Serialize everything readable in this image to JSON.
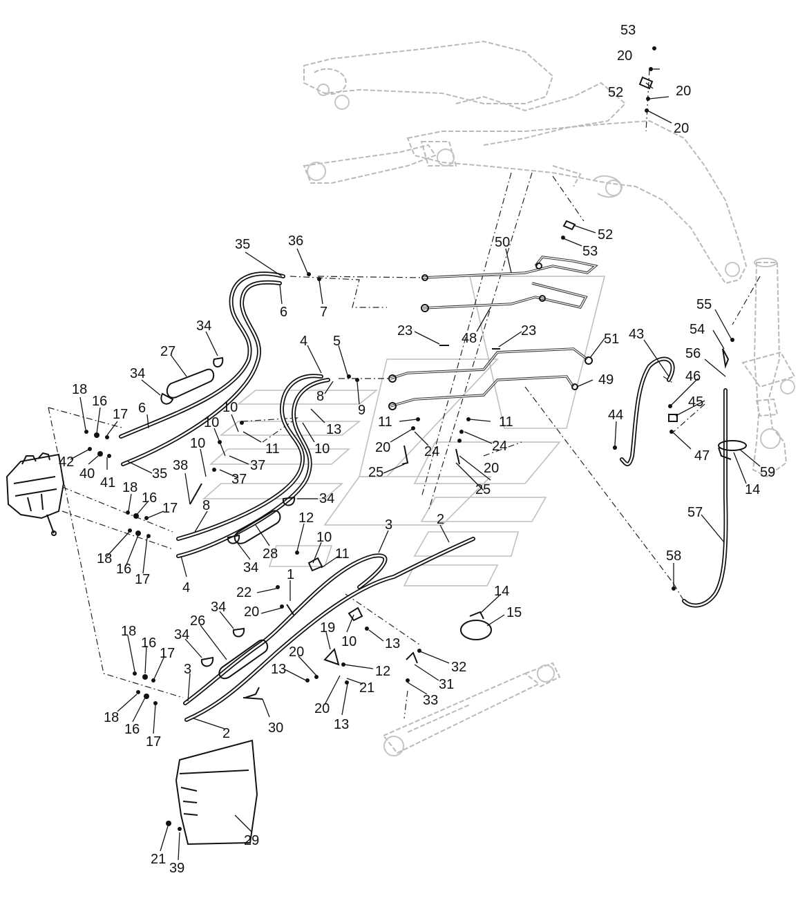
{
  "diagram": {
    "callouts": [
      {
        "id": "c53a",
        "text": "53"
      },
      {
        "id": "c20a",
        "text": "20"
      },
      {
        "id": "c52a",
        "text": "52"
      },
      {
        "id": "c20b",
        "text": "20"
      },
      {
        "id": "c20c",
        "text": "20"
      },
      {
        "id": "c52b",
        "text": "52"
      },
      {
        "id": "c53b",
        "text": "53"
      },
      {
        "id": "c35a",
        "text": "35"
      },
      {
        "id": "c36",
        "text": "36"
      },
      {
        "id": "c50",
        "text": "50"
      },
      {
        "id": "c6a",
        "text": "6"
      },
      {
        "id": "c7",
        "text": "7"
      },
      {
        "id": "c23a",
        "text": "23"
      },
      {
        "id": "c48",
        "text": "48"
      },
      {
        "id": "c23b",
        "text": "23"
      },
      {
        "id": "c51",
        "text": "51"
      },
      {
        "id": "c43",
        "text": "43"
      },
      {
        "id": "c55",
        "text": "55"
      },
      {
        "id": "c54",
        "text": "54"
      },
      {
        "id": "c56",
        "text": "56"
      },
      {
        "id": "c46",
        "text": "46"
      },
      {
        "id": "c45",
        "text": "45"
      },
      {
        "id": "c47",
        "text": "47"
      },
      {
        "id": "c44",
        "text": "44"
      },
      {
        "id": "c59",
        "text": "59"
      },
      {
        "id": "c14a",
        "text": "14"
      },
      {
        "id": "c57",
        "text": "57"
      },
      {
        "id": "c58",
        "text": "58"
      },
      {
        "id": "c34a",
        "text": "34"
      },
      {
        "id": "c27",
        "text": "27"
      },
      {
        "id": "c34b",
        "text": "34"
      },
      {
        "id": "c4a",
        "text": "4"
      },
      {
        "id": "c5",
        "text": "5"
      },
      {
        "id": "c49",
        "text": "49"
      },
      {
        "id": "c8a",
        "text": "8"
      },
      {
        "id": "c9",
        "text": "9"
      },
      {
        "id": "c18a",
        "text": "18"
      },
      {
        "id": "c16a",
        "text": "16"
      },
      {
        "id": "c17a",
        "text": "17"
      },
      {
        "id": "c6b",
        "text": "6"
      },
      {
        "id": "c10a",
        "text": "10"
      },
      {
        "id": "c13a",
        "text": "13"
      },
      {
        "id": "c11a",
        "text": "11"
      },
      {
        "id": "c11b",
        "text": "11"
      },
      {
        "id": "c11c",
        "text": "11"
      },
      {
        "id": "c20d",
        "text": "20"
      },
      {
        "id": "c24a",
        "text": "24"
      },
      {
        "id": "c24b",
        "text": "24"
      },
      {
        "id": "c10b",
        "text": "10"
      },
      {
        "id": "c10c",
        "text": "10"
      },
      {
        "id": "c42",
        "text": "42"
      },
      {
        "id": "c40",
        "text": "40"
      },
      {
        "id": "c41",
        "text": "41"
      },
      {
        "id": "c35b",
        "text": "35"
      },
      {
        "id": "c37a",
        "text": "37"
      },
      {
        "id": "c37b",
        "text": "37"
      },
      {
        "id": "c10d",
        "text": "10"
      },
      {
        "id": "c38",
        "text": "38"
      },
      {
        "id": "c25a",
        "text": "25"
      },
      {
        "id": "c20e",
        "text": "20"
      },
      {
        "id": "c25b",
        "text": "25"
      },
      {
        "id": "c18b",
        "text": "18"
      },
      {
        "id": "c16b",
        "text": "16"
      },
      {
        "id": "c17b",
        "text": "17"
      },
      {
        "id": "c34c",
        "text": "34"
      },
      {
        "id": "c8b",
        "text": "8"
      },
      {
        "id": "c18c",
        "text": "18"
      },
      {
        "id": "c16c",
        "text": "16"
      },
      {
        "id": "c17c",
        "text": "17"
      },
      {
        "id": "c4b",
        "text": "4"
      },
      {
        "id": "c28",
        "text": "28"
      },
      {
        "id": "c34d",
        "text": "34"
      },
      {
        "id": "c12a",
        "text": "12"
      },
      {
        "id": "c10e",
        "text": "10"
      },
      {
        "id": "c11d",
        "text": "11"
      },
      {
        "id": "c3a",
        "text": "3"
      },
      {
        "id": "c2a",
        "text": "2"
      },
      {
        "id": "c1",
        "text": "1"
      },
      {
        "id": "c22",
        "text": "22"
      },
      {
        "id": "c20f",
        "text": "20"
      },
      {
        "id": "c14b",
        "text": "14"
      },
      {
        "id": "c15",
        "text": "15"
      },
      {
        "id": "c34e",
        "text": "34"
      },
      {
        "id": "c26",
        "text": "26"
      },
      {
        "id": "c34f",
        "text": "34"
      },
      {
        "id": "c19",
        "text": "19"
      },
      {
        "id": "c10f",
        "text": "10"
      },
      {
        "id": "c13b",
        "text": "13"
      },
      {
        "id": "c18d",
        "text": "18"
      },
      {
        "id": "c16d",
        "text": "16"
      },
      {
        "id": "c17d",
        "text": "17"
      },
      {
        "id": "c20g",
        "text": "20"
      },
      {
        "id": "c13c",
        "text": "13"
      },
      {
        "id": "c12b",
        "text": "12"
      },
      {
        "id": "c32",
        "text": "32"
      },
      {
        "id": "c3b",
        "text": "3"
      },
      {
        "id": "c21a",
        "text": "21"
      },
      {
        "id": "c31",
        "text": "31"
      },
      {
        "id": "c20h",
        "text": "20"
      },
      {
        "id": "c13d",
        "text": "13"
      },
      {
        "id": "c33",
        "text": "33"
      },
      {
        "id": "c30",
        "text": "30"
      },
      {
        "id": "c18e",
        "text": "18"
      },
      {
        "id": "c16e",
        "text": "16"
      },
      {
        "id": "c17e",
        "text": "17"
      },
      {
        "id": "c2b",
        "text": "2"
      },
      {
        "id": "c29",
        "text": "29"
      },
      {
        "id": "c21b",
        "text": "21"
      },
      {
        "id": "c39",
        "text": "39"
      }
    ]
  }
}
